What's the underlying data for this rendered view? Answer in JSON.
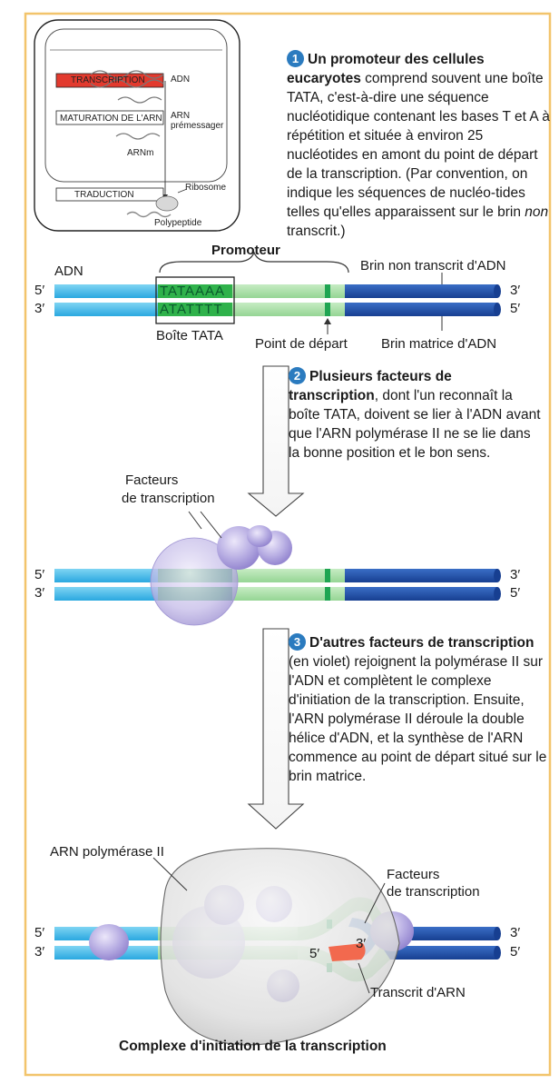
{
  "colors": {
    "frame": "#f2c46b",
    "dna_light": "#45bde8",
    "dna_dark": "#1e4fa8",
    "promoter_green": "#a9e0a8",
    "start_green": "#1fa552",
    "tata_green": "#2fb24b",
    "purple": "#a89ad8",
    "rna": "#f2694e",
    "step_number": "#2b7bbf"
  },
  "inset": {
    "transcription": "TRANSCRIPTION",
    "adn": "ADN",
    "maturation": "MATURATION DE L'ARN",
    "arn_pre": "ARN",
    "premessager": "prémessager",
    "arnm": "ARNm",
    "traduction": "TRADUCTION",
    "ribosome": "Ribosome",
    "polypeptide": "Polypeptide"
  },
  "step1": {
    "number": "1",
    "bold": "Un promoteur des cellules eucaryotes",
    "text": " comprend souvent une boîte TATA, c'est-à-dire une séquence nucléotidique contenant les bases T et A à répétition et située à environ 25 nucléotides en amont du point de départ de la transcription. (Par convention, on indique les séquences de nucléo-tides telles qu'elles apparaissent sur le brin ",
    "italic": "non",
    "text_end": " transcrit.)"
  },
  "step2": {
    "number": "2",
    "bold": "Plusieurs facteurs de transcription",
    "text": ", dont l'un reconnaît la boîte TATA, doivent se lier à l'ADN avant que l'ARN polymérase II ne se lie dans la bonne position et le bon sens."
  },
  "step3": {
    "number": "3",
    "bold": "D'autres facteurs de transcription",
    "text": " (en violet) rejoignent la polymérase II sur l'ADN et complètent le complexe d'initiation de la transcription. Ensuite, l'ARN polymérase II déroule la double hélice d'ADN, et la synthèse de l'ARN commence au point de départ situé sur le brin matrice."
  },
  "panel1": {
    "adn": "ADN",
    "promoteur": "Promoteur",
    "brin_non_transcrit": "Brin non transcrit d'ADN",
    "five_prime": "5′",
    "three_prime": "3′",
    "tata_top": "TATAAAA",
    "tata_bottom": "ATATTTT",
    "boite_tata": "Boîte TATA",
    "point_depart": "Point de départ",
    "brin_matrice": "Brin matrice d'ADN"
  },
  "panel2": {
    "facteurs_line1": "Facteurs",
    "facteurs_line2": "de transcription",
    "five_prime": "5′",
    "three_prime": "3′"
  },
  "panel3": {
    "arn_polymerase": "ARN polymérase II",
    "facteurs_line1": "Facteurs",
    "facteurs_line2": "de transcription",
    "five_prime": "5′",
    "three_prime": "3′",
    "transcrit": "Transcrit d'ARN",
    "caption": "Complexe d'initiation de la transcription"
  }
}
